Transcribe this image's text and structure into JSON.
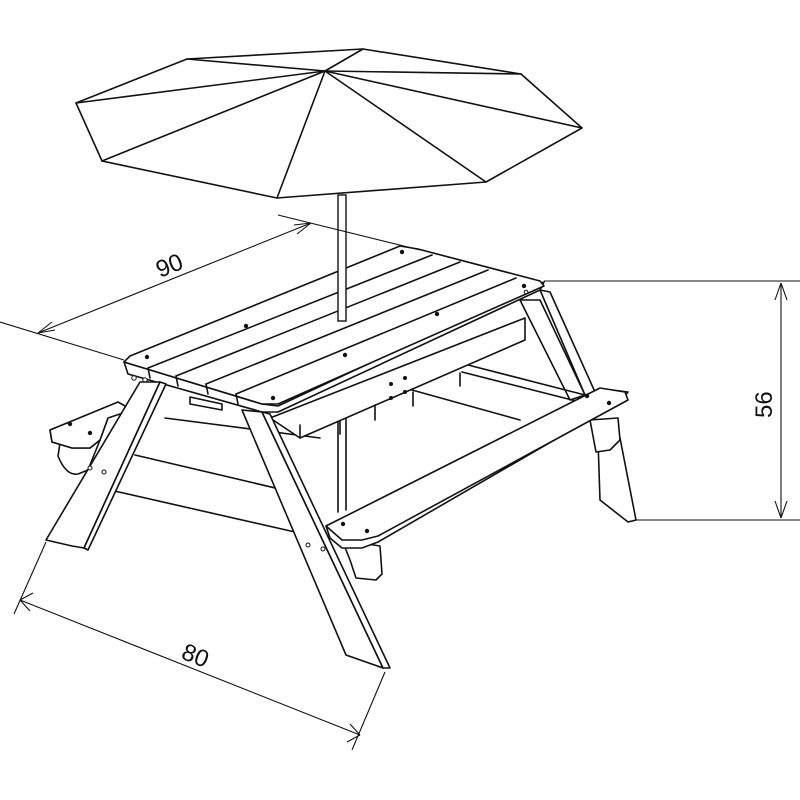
{
  "drawing": {
    "subject": "Children's picnic table with bench seats and umbrella",
    "style": "black line art on white",
    "colors": {
      "line": "#111111",
      "background": "#ffffff"
    }
  },
  "dimensions": {
    "depth": {
      "label": "90",
      "orientation": "diagonal, top-left along table top edge"
    },
    "height": {
      "label": "56",
      "orientation": "vertical, right side, text rotated"
    },
    "width": {
      "label": "80",
      "orientation": "diagonal, bottom-left along leg footprint"
    }
  },
  "components": [
    "umbrella canopy",
    "umbrella pole",
    "table top planks",
    "A-frame legs",
    "bench seats",
    "cross braces"
  ]
}
